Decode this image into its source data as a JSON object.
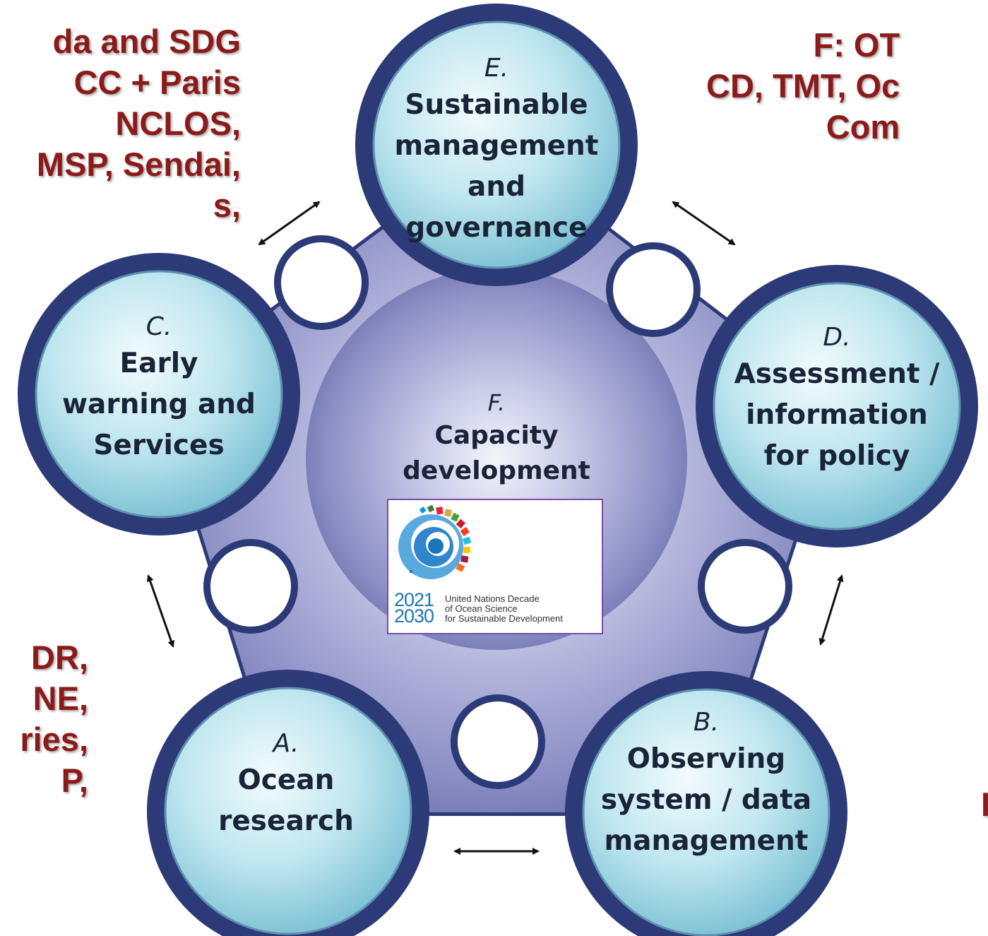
{
  "fragments": {
    "top_left": [
      "da and SDG",
      "CC + Paris",
      "NCLOS,",
      "MSP, Sendai,",
      "s,"
    ],
    "top_right": [
      "F: OT",
      "CD,  TMT, Oc",
      "Com"
    ],
    "bottom_left": [
      "DR,",
      "NE,",
      "ries,",
      "P,"
    ],
    "bottom_right": [
      "I"
    ]
  },
  "hubs": {
    "e": {
      "letter": "E.",
      "lines": [
        "Sustainable",
        "management",
        "and",
        "governance"
      ]
    },
    "c": {
      "letter": "C.",
      "lines": [
        "Early",
        "warning and",
        "Services"
      ]
    },
    "d": {
      "letter": "D.",
      "lines": [
        "Assessment /",
        "information",
        "for policy"
      ]
    },
    "a": {
      "letter": "A.",
      "lines": [
        "Ocean",
        "research"
      ]
    },
    "b": {
      "letter": "B.",
      "lines": [
        "Observing",
        "system / data",
        "management"
      ]
    },
    "f": {
      "letter": "F.",
      "lines": [
        "Capacity",
        "development"
      ]
    }
  },
  "logo": {
    "years": [
      "2021",
      "2030"
    ],
    "caption": [
      "United Nations Decade",
      "of Ocean Science",
      "for Sustainable Development"
    ]
  },
  "colors": {
    "fragment_text": "#8b1a1a",
    "hub_fill": "#a8dbe8",
    "hub_ring": "#2d3a78",
    "body_fill": "#8f93c8",
    "logo_border": "#7a4da8",
    "logo_blue": "#1b75bb"
  },
  "icons": [
    "double-arrow-icon",
    "un-ocean-decade-logo"
  ]
}
